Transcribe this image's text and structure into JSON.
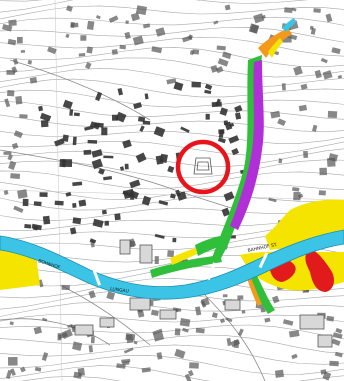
{
  "map": {
    "labels": {
      "street_left": "BOHNHOF",
      "street_river": "LUNGAU",
      "street_right": "BAHNHOF ST."
    },
    "colors": {
      "river": "#3cc4e6",
      "river_edge": "#1a8fb0",
      "paper": "#ffffff",
      "building": "#3a3a3a",
      "contour": "#9a9a9a",
      "marker": "#e8141b",
      "hazard_yellow": "#f4e400",
      "hazard_green": "#2fbf3a",
      "hazard_purple": "#b12fd6",
      "hazard_red": "#e11b1b",
      "hazard_orange": "#f39a1c"
    },
    "marker": {
      "shape": "circle",
      "meaning": "highlighted location"
    }
  }
}
